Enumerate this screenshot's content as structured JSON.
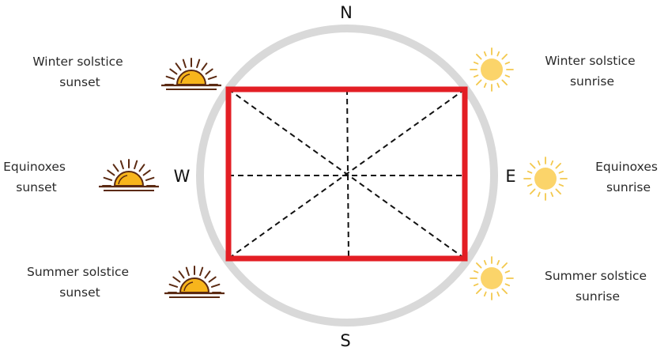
{
  "compass": {
    "north": "N",
    "south": "S",
    "east": "E",
    "west": "W"
  },
  "labels": {
    "winter_sunset": [
      "Winter solstice",
      "sunset"
    ],
    "winter_sunrise": [
      "Winter solstice",
      "sunrise"
    ],
    "equinox_sunset": [
      "Equinoxes",
      "sunset"
    ],
    "equinox_sunrise": [
      "Equinoxes",
      "sunrise"
    ],
    "summer_sunset": [
      "Summer solstice",
      "sunset"
    ],
    "summer_sunrise": [
      "Summer solstice",
      "sunrise"
    ]
  },
  "icons": {
    "sunset": "setting-sun-icon",
    "sunrise": "rising-sun-icon"
  },
  "colors": {
    "circle": "#d9d9d9",
    "rectangle": "#e31e24",
    "dashed_lines": "#111111",
    "setting_sun": "#f7b51c",
    "setting_sun_outline": "#5b2a12",
    "rising_sun": "#fbd46a",
    "rising_sun_rays": "#f3c84d"
  }
}
